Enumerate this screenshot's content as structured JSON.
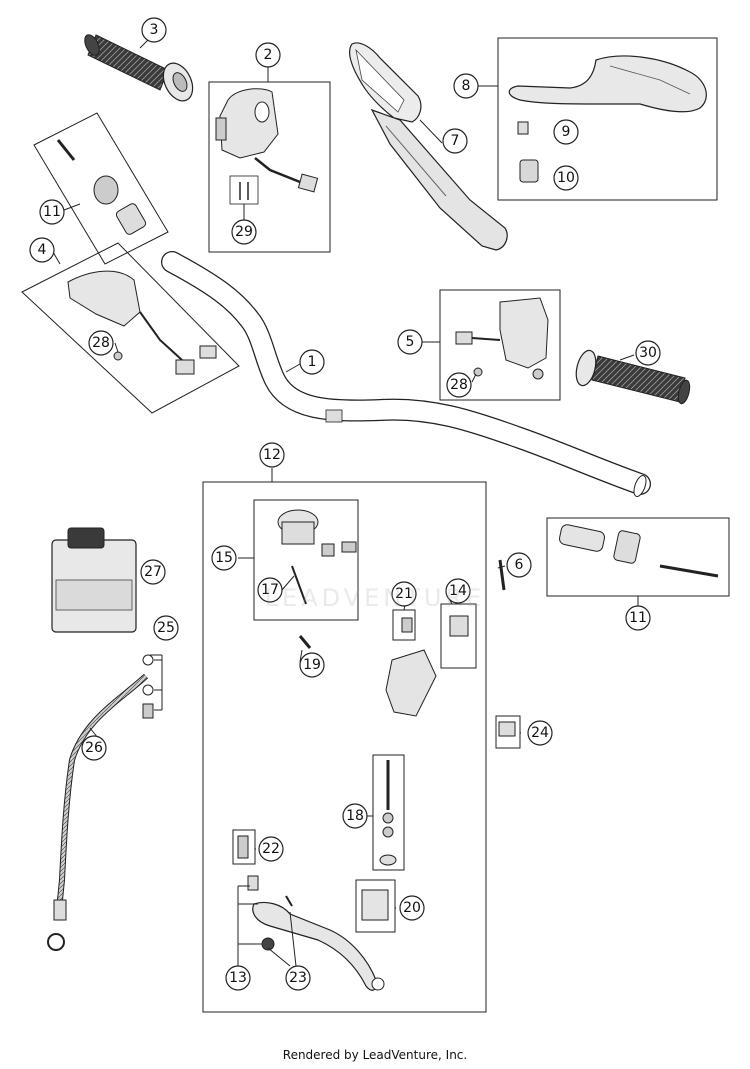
{
  "footer_text": "Rendered by LeadVenture, Inc.",
  "watermark_text": "LEADVENTURE",
  "colors": {
    "line": "#222222",
    "part_fill": "#e4e4e4",
    "grip_dark": "#333333",
    "box_bg": "#ffffff"
  },
  "callouts": [
    {
      "id": "c3",
      "label": "3"
    },
    {
      "id": "c2",
      "label": "2"
    },
    {
      "id": "c29",
      "label": "29"
    },
    {
      "id": "c7",
      "label": "7"
    },
    {
      "id": "c8",
      "label": "8"
    },
    {
      "id": "c9",
      "label": "9"
    },
    {
      "id": "c10",
      "label": "10"
    },
    {
      "id": "c11a",
      "label": "11"
    },
    {
      "id": "c4",
      "label": "4"
    },
    {
      "id": "c28a",
      "label": "28"
    },
    {
      "id": "c1",
      "label": "1"
    },
    {
      "id": "c5",
      "label": "5"
    },
    {
      "id": "c28b",
      "label": "28"
    },
    {
      "id": "c30",
      "label": "30"
    },
    {
      "id": "c12",
      "label": "12"
    },
    {
      "id": "c15",
      "label": "15"
    },
    {
      "id": "c17",
      "label": "17"
    },
    {
      "id": "c19",
      "label": "19"
    },
    {
      "id": "c21",
      "label": "21"
    },
    {
      "id": "c14",
      "label": "14"
    },
    {
      "id": "c6",
      "label": "6"
    },
    {
      "id": "c11b",
      "label": "11"
    },
    {
      "id": "c27",
      "label": "27"
    },
    {
      "id": "c25",
      "label": "25"
    },
    {
      "id": "c26",
      "label": "26"
    },
    {
      "id": "c24",
      "label": "24"
    },
    {
      "id": "c18",
      "label": "18"
    },
    {
      "id": "c22",
      "label": "22"
    },
    {
      "id": "c20",
      "label": "20"
    },
    {
      "id": "c13",
      "label": "13"
    },
    {
      "id": "c23",
      "label": "23"
    }
  ]
}
